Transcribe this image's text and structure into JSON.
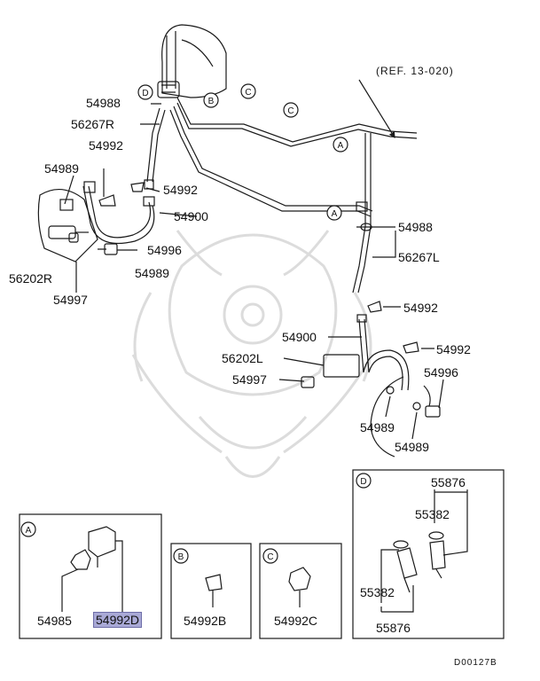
{
  "diagram": {
    "reference": "(REF. 13-020)",
    "doc_id": "D00127B",
    "colors": {
      "line": "#1a1a1a",
      "highlight": "#a9a9d6",
      "watermark": "#d9d9d9"
    },
    "callouts": [
      "D",
      "B",
      "C",
      "C",
      "A",
      "A"
    ],
    "main_labels": {
      "p54988_l": "54988",
      "p56267r": "56267R",
      "p54992_l": "54992",
      "p54989_l": "54989",
      "p54992_c": "54992",
      "p54900_l": "54900",
      "p54996_l": "54996",
      "p54989_lb": "54989",
      "p56202r": "56202R",
      "p54997_l": "54997",
      "p54988_r": "54988",
      "p56267l": "56267L",
      "p54992_r1": "54992",
      "p54900_r": "54900",
      "p54992_r2": "54992",
      "p56202l": "56202L",
      "p54996_r": "54996",
      "p54997_r": "54997",
      "p54989_r1": "54989",
      "p54989_r2": "54989"
    },
    "inset_a": {
      "tag": "A",
      "label_left": "54985",
      "label_right": "54992D"
    },
    "inset_b": {
      "tag": "B",
      "label": "54992B"
    },
    "inset_c": {
      "tag": "C",
      "label": "54992C"
    },
    "inset_d": {
      "tag": "D",
      "l1": "55876",
      "l2": "55382",
      "l3": "55382",
      "l4": "55876"
    }
  }
}
